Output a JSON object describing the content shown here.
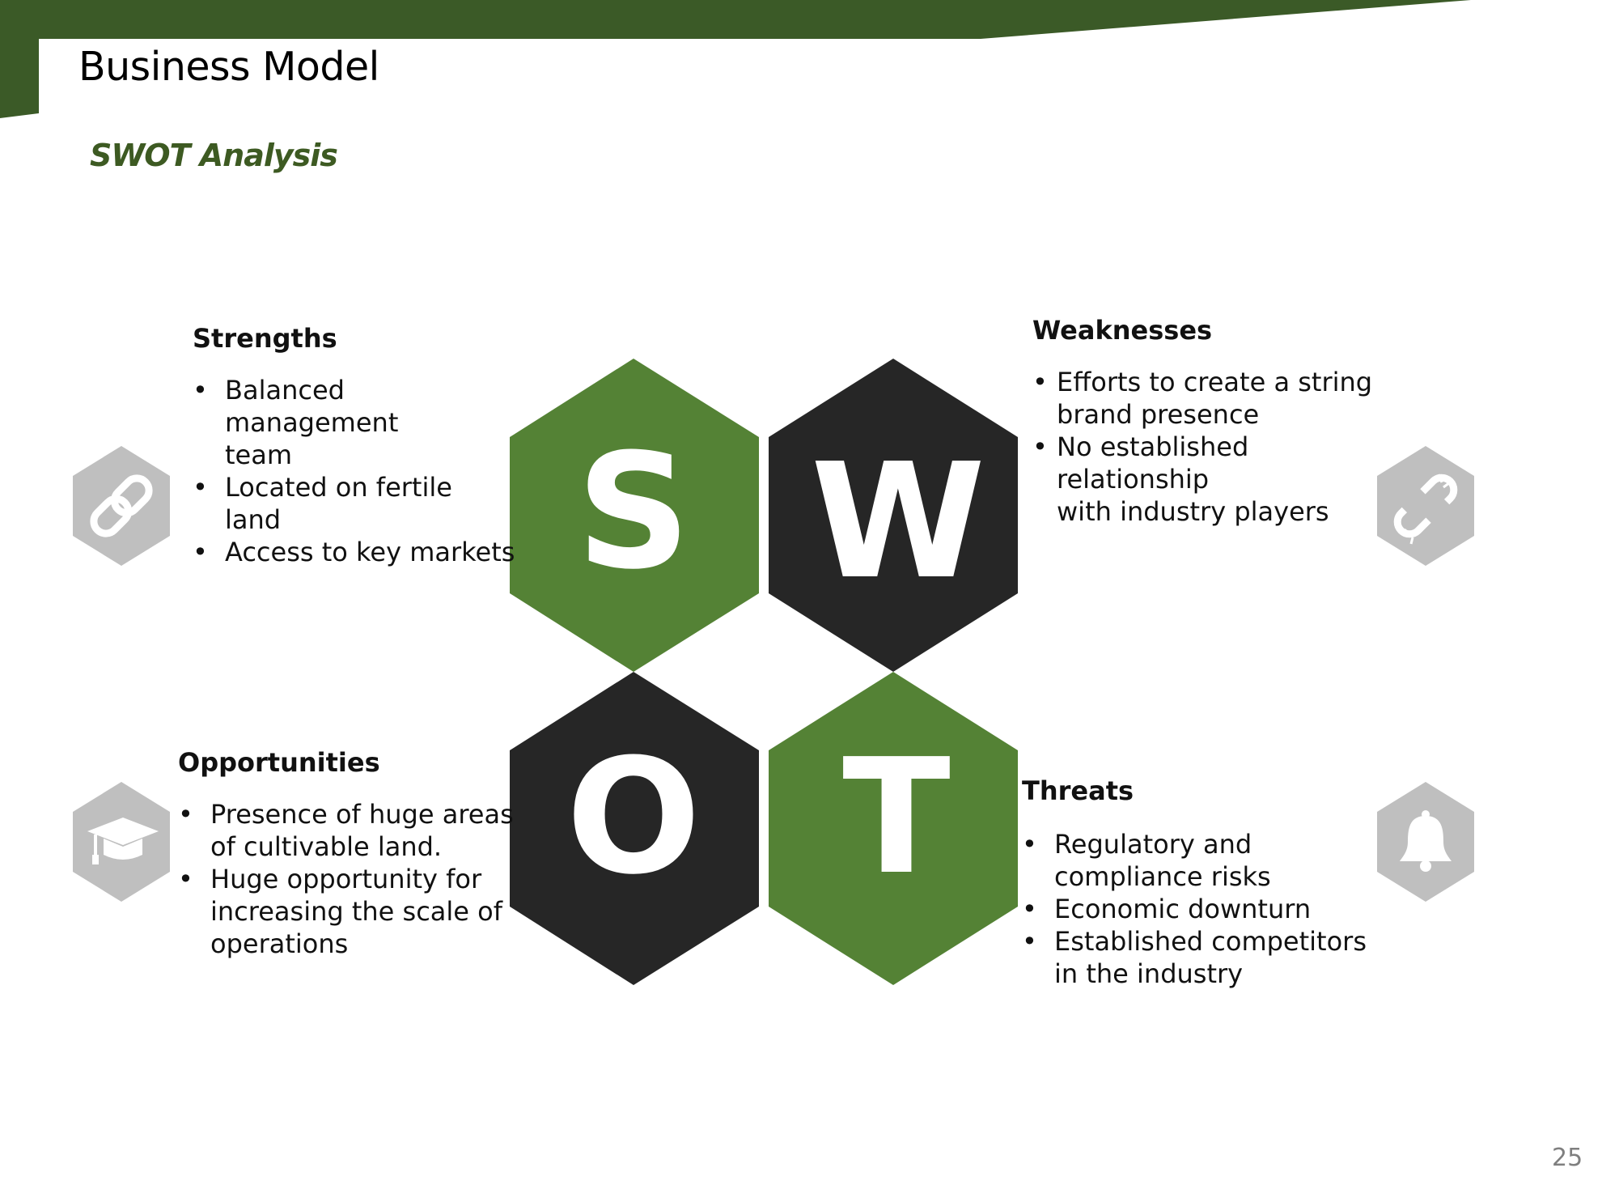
{
  "header": {
    "title": "Business Model",
    "subtitle": "SWOT Analysis"
  },
  "colors": {
    "brand_green": "#3b5a27",
    "hex_green": "#548235",
    "hex_dark": "#262626",
    "icon_gray": "#bfbfbf",
    "subtitle_green": "#3d5a22"
  },
  "swot": {
    "letters": {
      "s": "S",
      "w": "W",
      "o": "O",
      "t": "T"
    },
    "strengths": {
      "heading": "Strengths",
      "items": [
        "Balanced management\nteam",
        "Located on fertile land",
        "Access to key markets"
      ],
      "icon": "link-icon"
    },
    "weaknesses": {
      "heading": "Weaknesses",
      "items": [
        "Efforts to create a string\nbrand presence",
        "No established relationship\nwith industry players"
      ],
      "icon": "broken-link-icon"
    },
    "opportunities": {
      "heading": "Opportunities",
      "items": [
        "Presence of huge areas\nof cultivable land.",
        "Huge opportunity for\nincreasing the scale of\noperations"
      ],
      "icon": "graduation-cap-icon"
    },
    "threats": {
      "heading": "Threats",
      "items": [
        "Regulatory and\ncompliance risks",
        "Economic downturn",
        "Established competitors\nin the industry"
      ],
      "icon": "bell-icon"
    }
  },
  "footer": {
    "page_number": "25"
  }
}
